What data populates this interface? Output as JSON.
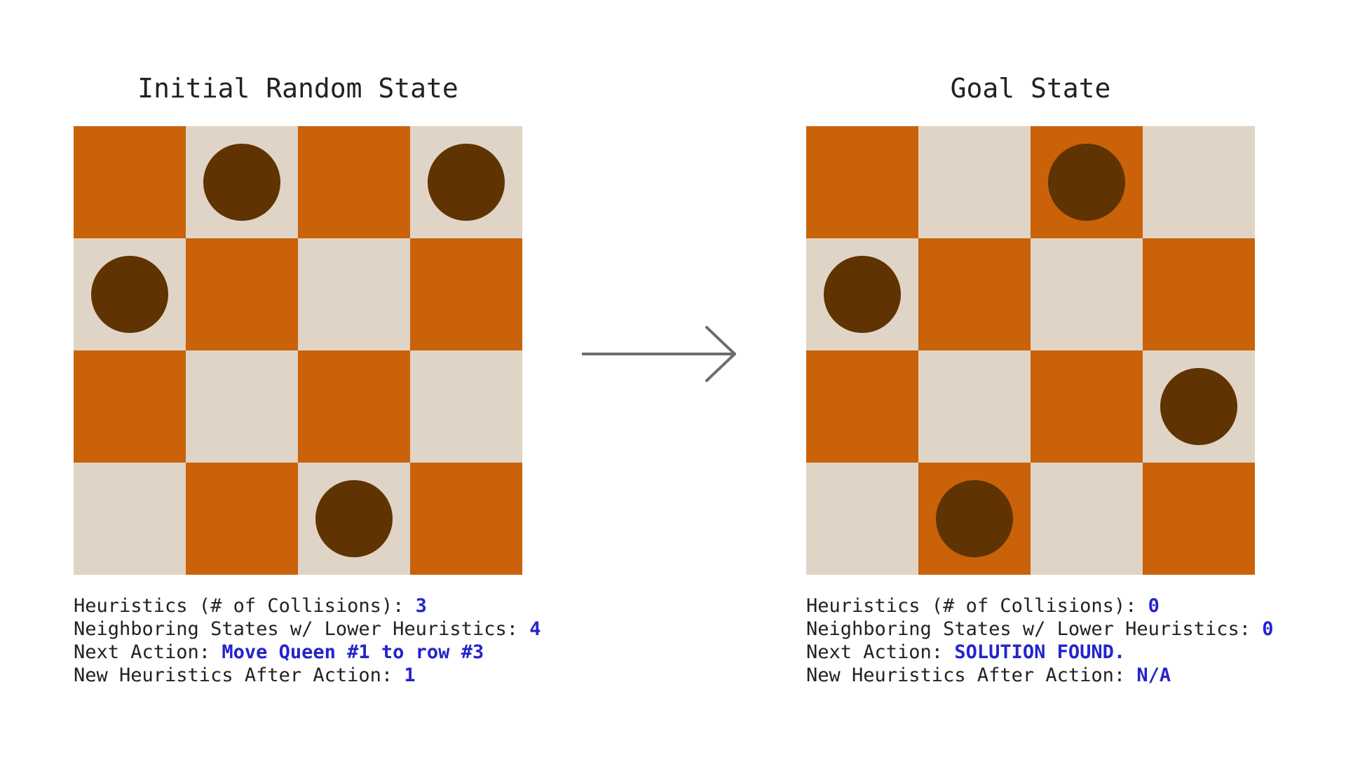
{
  "colors": {
    "dark_square": "#c96208",
    "light_square": "#e0d4c6",
    "queen": "#603302",
    "value_text": "#2424cc",
    "arrow": "#6d6d6d"
  },
  "panels": [
    {
      "title": "Initial Random State",
      "queens": [
        [
          0,
          1
        ],
        [
          0,
          3
        ],
        [
          1,
          0
        ],
        [
          3,
          2
        ]
      ],
      "stats": [
        {
          "label": "Heuristics (# of Collisions): ",
          "value": "3"
        },
        {
          "label": "Neighboring States w/ Lower Heuristics: ",
          "value": "4"
        },
        {
          "label": "Next Action: ",
          "value": "Move Queen #1 to row #3"
        },
        {
          "label": "New Heuristics After Action: ",
          "value": "1"
        }
      ]
    },
    {
      "title": "Goal State",
      "queens": [
        [
          0,
          2
        ],
        [
          1,
          0
        ],
        [
          2,
          3
        ],
        [
          3,
          1
        ]
      ],
      "stats": [
        {
          "label": "Heuristics (# of Collisions): ",
          "value": "0"
        },
        {
          "label": "Neighboring States w/ Lower Heuristics: ",
          "value": "0"
        },
        {
          "label": "Next Action: ",
          "value": "SOLUTION FOUND."
        },
        {
          "label": "New Heuristics After Action: ",
          "value": "N/A"
        }
      ]
    }
  ]
}
